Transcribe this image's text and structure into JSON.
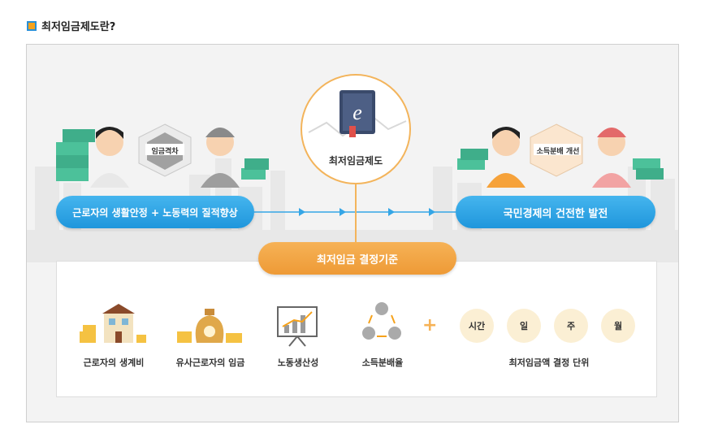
{
  "heading": {
    "title": "최저임금제도란?"
  },
  "top": {
    "wage_gap_label": "임금격차",
    "income_label": "소득분배 개선",
    "center_label": "최저임금제도",
    "center_glyph": "e",
    "left_goal": "근로자의 생활안정 + 노동력의 질적향상",
    "right_goal": "국민경제의 건전한 발전"
  },
  "criteria": {
    "title": "최저임금 결정기준",
    "items": [
      {
        "label": "근로자의 생계비",
        "icon": "house-coins-icon"
      },
      {
        "label": "유사근로자의 임금",
        "icon": "money-bag-icon"
      },
      {
        "label": "노동생산성",
        "icon": "growth-chart-icon"
      },
      {
        "label": "소득분배율",
        "icon": "coin-cycle-icon"
      }
    ],
    "plus": "+",
    "units": [
      "시간",
      "일",
      "주",
      "월"
    ],
    "units_label": "최저임금액 결정 단위"
  },
  "colors": {
    "blue": "#1f96dc",
    "orange": "#ee9a36",
    "cream": "#fbefd4"
  }
}
